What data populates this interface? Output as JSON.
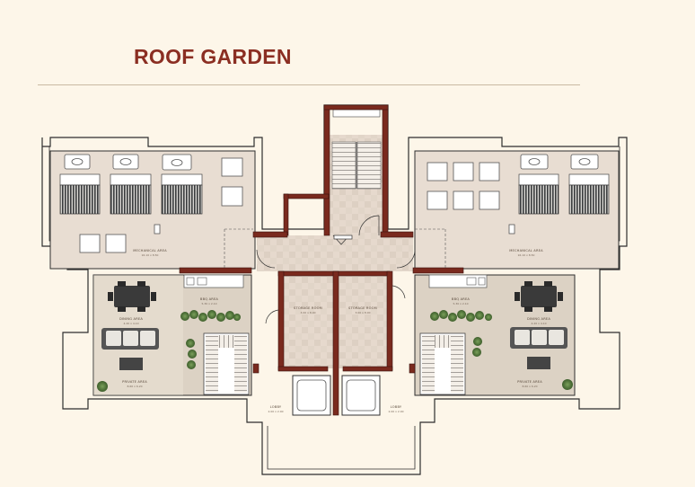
{
  "page": {
    "title": "ROOF GARDEN"
  },
  "colors": {
    "background": "#fdf6e9",
    "title": "#8b2e22",
    "wall": "#7a2a1e",
    "floor": "#e8ddd2",
    "terrace": "#dcd2c4",
    "outline": "#3a3a3a"
  },
  "rooms": {
    "mech_left": "MECHANICAL AREA",
    "mech_left_dim": "16.10 x 8.50",
    "mech_right": "MECHANICAL AREA",
    "mech_right_dim": "16.10 x 8.50",
    "bbq_left": "BBQ AREA",
    "bbq_left_dim": "5.30 x 2.10",
    "bbq_right": "BBQ AREA",
    "bbq_right_dim": "5.30 x 2.10",
    "dining_left": "DINING AREA",
    "dining_left_dim": "4.20 x 4.10",
    "terrace_left": "PRIVATE AREA",
    "terrace_left_dim": "8.60 x 6.20",
    "dining_right": "DINING AREA",
    "dining_right_dim": "4.20 x 4.10",
    "terrace_right": "PRIVATE AREA",
    "terrace_right_dim": "8.60 x 6.20",
    "storage_left": "STORAGE ROOM",
    "storage_left_dim": "3.00 x 8.00",
    "storage_right": "STORAGE ROOM",
    "storage_right_dim": "3.00 x 8.00",
    "lobby_left": "LOBBY",
    "lobby_left_dim": "2.00 x 2.00",
    "lobby_right": "LOBBY",
    "lobby_right_dim": "2.00 x 2.00"
  },
  "icons": [
    "solar-panel-icon",
    "water-tank-icon",
    "dining-table-icon",
    "sofa-icon",
    "planter-icon",
    "stair-icon",
    "elevator-icon",
    "door-swing-icon"
  ]
}
